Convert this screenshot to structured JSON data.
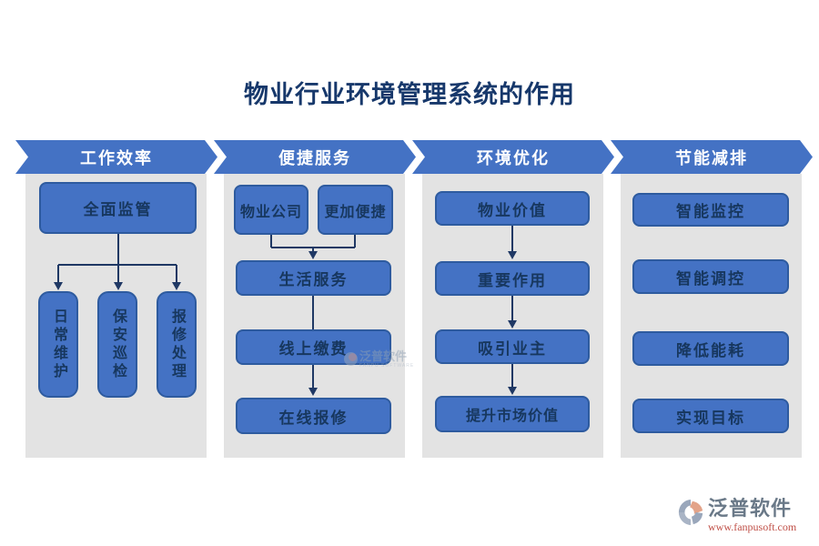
{
  "title": "物业行业环境管理系统的作用",
  "colors": {
    "accent_blue": "#4472C4",
    "node_border": "#2E5B9F",
    "navy_line": "#1F3864",
    "panel_gray": "#E3E3E3",
    "title_navy": "#17386B",
    "logo_gray": "#6A7988",
    "logo_url_red": "#C05048"
  },
  "columns": [
    {
      "header": "工作效率",
      "top_node": "全面监管",
      "children": [
        "日常维护",
        "保安巡检",
        "报修处理"
      ]
    },
    {
      "header": "便捷服务",
      "top_nodes": [
        "物业公司",
        "更加便捷"
      ],
      "flow": [
        "生活服务",
        "线上缴费",
        "在线报修"
      ]
    },
    {
      "header": "环境优化",
      "flow": [
        "物业价值",
        "重要作用",
        "吸引业主",
        "提升市场价值"
      ]
    },
    {
      "header": "节能减排",
      "items": [
        "智能监控",
        "智能调控",
        "降低能耗",
        "实现目标"
      ]
    }
  ],
  "watermark": {
    "name": "泛普软件",
    "sub": "FANPU SOFTWARE"
  },
  "logo": {
    "name": "泛普软件",
    "url": "www.fanpusoft.com"
  }
}
